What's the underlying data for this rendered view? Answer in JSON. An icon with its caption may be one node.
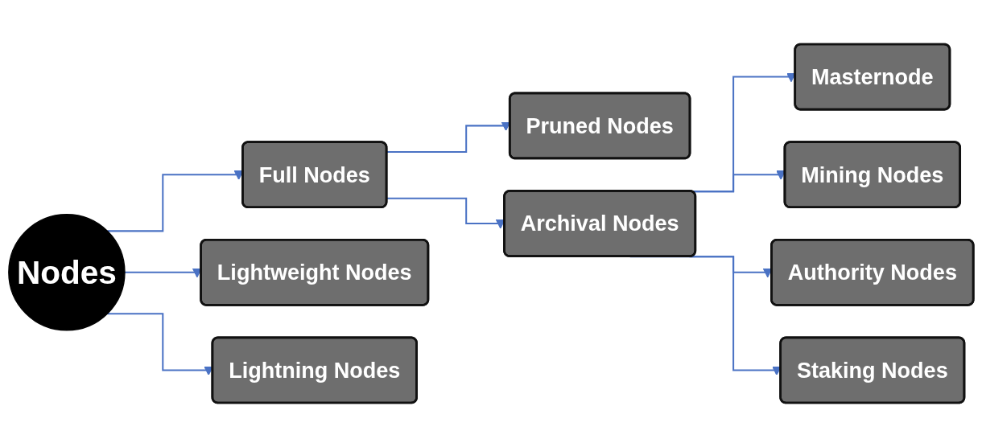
{
  "diagram": {
    "nodes": [
      {
        "text": [
          "Nodes"
        ]
      },
      {
        "text": [
          "Full Nodes"
        ]
      },
      {
        "text": [
          "Pruned Nodes"
        ]
      },
      {
        "text": [
          "Archival Nodes"
        ]
      },
      {
        "text": [
          "Masternode"
        ]
      },
      {
        "text": [
          "Lightweight Nodes"
        ]
      },
      {
        "text": [
          "Mining Nodes"
        ]
      },
      {
        "text": [
          "Authority Nodes"
        ]
      },
      {
        "text": [
          "Lightning Nodes"
        ]
      },
      {
        "text": [
          "Staking Nodes"
        ]
      }
    ],
    "edges": [
      {
        "from": 0,
        "to": 1,
        "arrow": "to"
      },
      {
        "from": 0,
        "to": 5,
        "arrow": "to"
      },
      {
        "from": 0,
        "to": 8,
        "arrow": "to"
      },
      {
        "from": 1,
        "to": 2,
        "arrow": "to"
      },
      {
        "from": 1,
        "to": 3,
        "arrow": "to"
      },
      {
        "from": 3,
        "to": 4,
        "arrow": "to"
      },
      {
        "from": 3,
        "to": 6,
        "arrow": "to"
      },
      {
        "from": 3,
        "to": 7,
        "arrow": "to"
      },
      {
        "from": 3,
        "to": 9,
        "arrow": "to"
      }
    ]
  }
}
